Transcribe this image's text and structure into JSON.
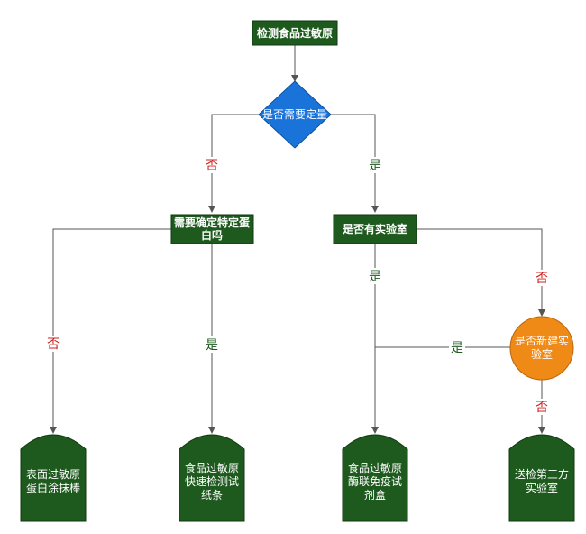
{
  "nodes": {
    "start": {
      "text": "检测食品过敏原",
      "color": "#1e5a1e"
    },
    "q_quant": {
      "text": "是否需要定量",
      "color": "#1a73d9"
    },
    "q_specific_line1": "需要确定特定蛋",
    "q_specific_line2": "白吗",
    "q_specific_color": "#1e5a1e",
    "q_lab": {
      "text": "是否有实验室",
      "color": "#1e5a1e"
    },
    "q_newlab_line1": "是否新建实",
    "q_newlab_line2": "验室",
    "q_newlab_color": "#f08a17",
    "end1": {
      "lines": [
        "表面过敏原",
        "蛋白涂抹棒"
      ],
      "color": "#1e5a1e"
    },
    "end2": {
      "lines": [
        "食品过敏原",
        "快速检测试",
        "纸条"
      ],
      "color": "#1e5a1e"
    },
    "end3": {
      "lines": [
        "食品过敏原",
        "酶联免疫试",
        "剂盒"
      ],
      "color": "#1e5a1e"
    },
    "end4": {
      "lines": [
        "送检第三方",
        "实验室"
      ],
      "color": "#1e5a1e"
    }
  },
  "edge_labels": {
    "no": "否",
    "yes": "是",
    "no_color": "#cc1f1f",
    "yes_color": "#1e5a1e"
  },
  "line_color": "#555555"
}
